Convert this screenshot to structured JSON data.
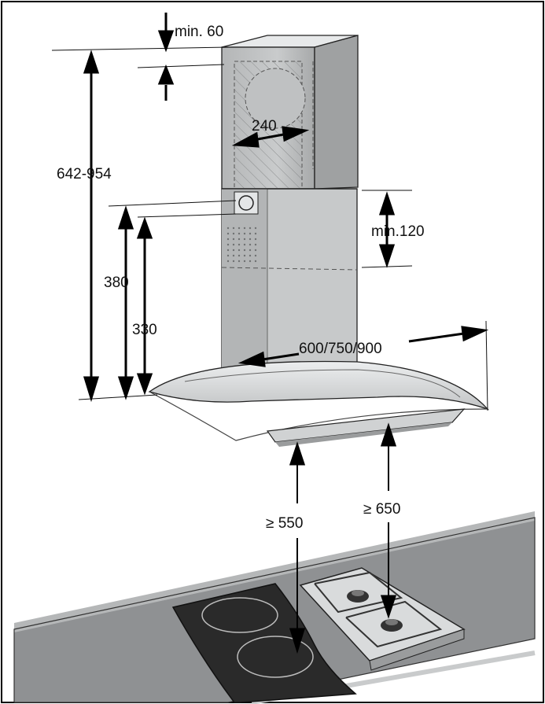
{
  "labels": {
    "min_top": "min. 60",
    "duct_width": "240",
    "total_height": "642-954",
    "min_overlap": "min.120",
    "h380": "380",
    "h330": "330",
    "width": "600/750/900",
    "gas_clearance": "≥ 650",
    "electric_clearance": "≥ 550"
  },
  "colors": {
    "steel_dark": "#a8aaab",
    "steel_mid": "#c8cacb",
    "steel_light": "#e3e5e6",
    "countertop": "#8c8e90",
    "hob": "#2b2b2b"
  }
}
